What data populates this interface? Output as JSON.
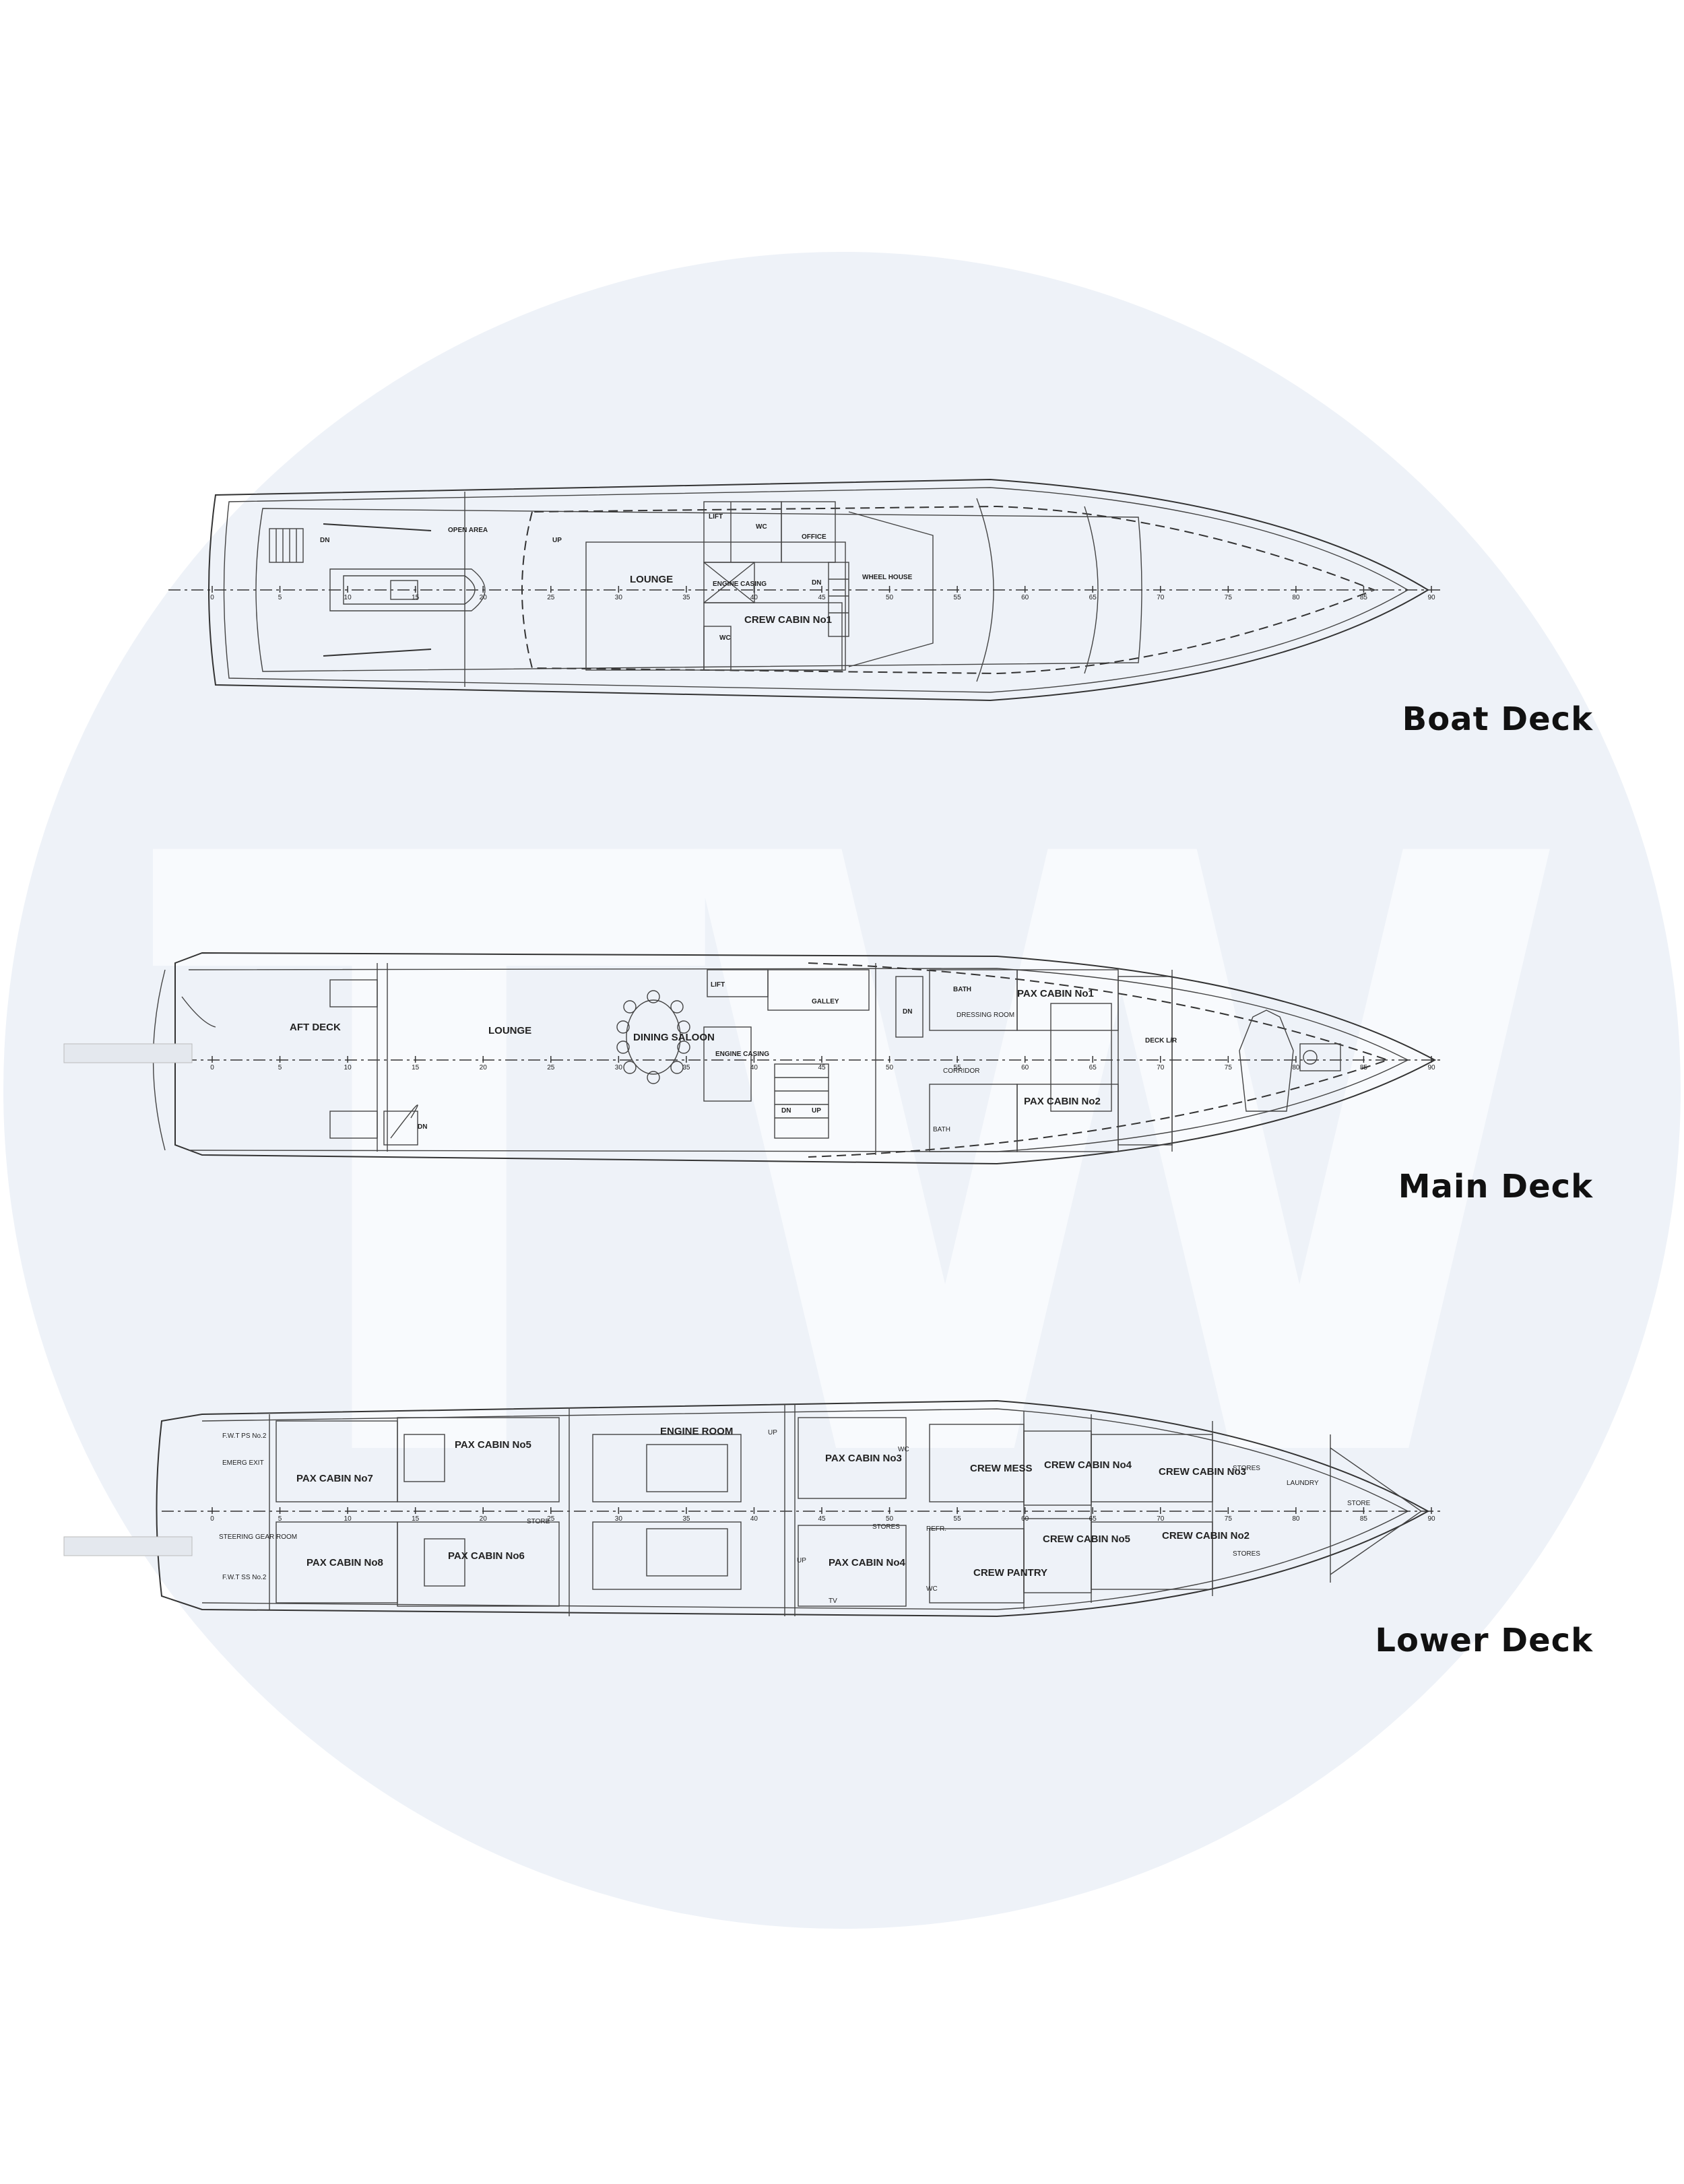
{
  "colors": {
    "background": "#ffffff",
    "watermark_circle": "#eef2f8",
    "watermark_letters": "#f7f9fc",
    "lines": "#333333"
  },
  "watermark": {
    "text": "TW"
  },
  "frame_ticks": [
    "0",
    "5",
    "10",
    "15",
    "20",
    "25",
    "30",
    "35",
    "40",
    "45",
    "50",
    "55",
    "60",
    "65",
    "70",
    "75",
    "80",
    "85",
    "90"
  ],
  "decks": [
    {
      "title": "Boat Deck",
      "labels": {
        "open_area": "OPEN AREA",
        "lounge": "LOUNGE",
        "lift": "LIFT",
        "wc": "WC",
        "office": "OFFICE",
        "engine_casing": "ENGINE CASING",
        "crew_cabin": "CREW CABIN No1",
        "wheelhouse": "WHEEL HOUSE",
        "up": "UP",
        "dn": "DN",
        "dn2": "DN",
        "wc2": "WC"
      }
    },
    {
      "title": "Main Deck",
      "labels": {
        "aft_deck": "AFT DECK",
        "lounge": "LOUNGE",
        "dining": "DINING SALOON",
        "lift": "LIFT",
        "galley": "GALLEY",
        "engine_casing": "ENGINE CASING",
        "bath": "BATH",
        "pax1": "PAX CABIN No1",
        "pax2": "PAX CABIN No2",
        "deck_lr": "DECK L/R",
        "dressing": "DRESSING ROOM",
        "corridor": "CORRIDOR",
        "bath2": "BATH",
        "dn": "DN",
        "up": "UP",
        "dn2": "DN",
        "dn3": "DN"
      }
    },
    {
      "title": "Lower Deck",
      "labels": {
        "fwt_ps": "F.W.T PS No.2",
        "emerg": "EMERG EXIT",
        "steering": "STEERING GEAR ROOM",
        "fwt_ss": "F.W.T SS No.2",
        "pax7": "PAX CABIN No7",
        "pax8": "PAX CABIN No8",
        "pax5": "PAX CABIN No5",
        "pax6": "PAX CABIN No6",
        "store": "STORE",
        "engine_room": "ENGINE ROOM",
        "pax3": "PAX CABIN No3",
        "pax4": "PAX CABIN No4",
        "wc": "WC",
        "crew_mess": "CREW MESS",
        "crew_pantry": "CREW PANTRY",
        "stores_small": "STORES",
        "refr": "REFR.",
        "tv": "TV",
        "crew4": "CREW CABIN No4",
        "crew5": "CREW CABIN No5",
        "crew3": "CREW CABIN No3",
        "crew2": "CREW CABIN No2",
        "stores_top": "STORES",
        "stores_bottom": "STORES",
        "laundry": "LAUNDRY",
        "store_bow": "STORE",
        "up": "UP",
        "up2": "UP",
        "wc2": "WC"
      }
    }
  ]
}
